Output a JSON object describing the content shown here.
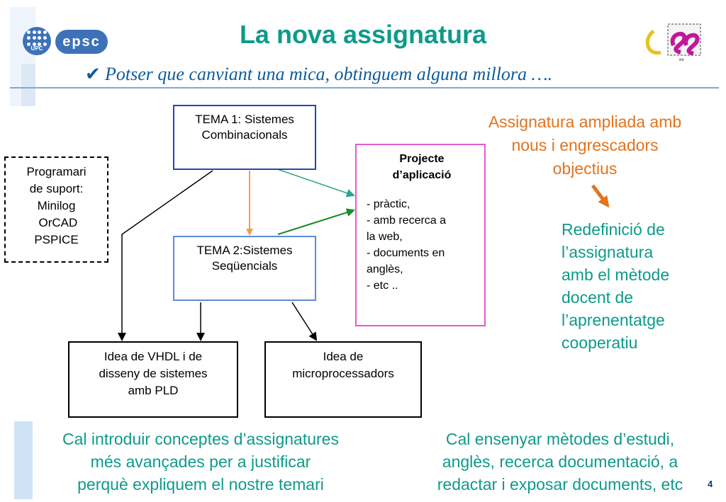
{
  "header": {
    "title": "La nova assignatura",
    "subtitle": "Potser que canviant una mica, obtinguem alguna millora ….",
    "logo_left_1": "UPC",
    "logo_left_2": "epsc",
    "logo_right": "ee"
  },
  "boxes": {
    "tema1": [
      "TEMA 1: Sistemes",
      "Combinacionals"
    ],
    "tema2": [
      "TEMA 2:Sistemes",
      "Seqüencials"
    ],
    "programari": [
      "Programari",
      "de suport:",
      "Minilog",
      " OrCAD",
      "PSPICE"
    ],
    "projecte_title": [
      "Projecte",
      "d’aplicació"
    ],
    "projecte_items": [
      "- pràctic,",
      "- amb recerca a",
      "la web,",
      "- documents en",
      "anglès,",
      "- etc .."
    ],
    "vhdl": [
      "Idea de VHDL i de",
      "disseny de sistemes",
      "amb PLD"
    ],
    "micro": [
      "Idea de",
      "microprocessadors"
    ]
  },
  "right_text": {
    "ampliada": [
      "Assignatura ampliada amb",
      "nous i engrescadors",
      "objectius"
    ],
    "redefinicio": [
      "Redefinició de",
      "l’assignatura",
      "amb el mètode",
      "docent de",
      "l’aprenentatge",
      "cooperatiu"
    ]
  },
  "bottom_text": {
    "introduir": [
      "Cal introduir conceptes d’assignatures",
      "més avançades per a justificar",
      "perquè expliquem el nostre temari"
    ],
    "ensenyar": [
      "Cal ensenyar mètodes d’estudi,",
      "anglès, recerca documentació, a",
      "redactar i exposar documents, etc"
    ]
  },
  "slide_number": "4",
  "colors": {
    "title": "#0e9a8a",
    "subtitle": "#0d5c9c",
    "orange_text": "#e0741f",
    "teal_text": "#0e9a8a",
    "arrow_orange": "#f0a040",
    "arrow_green": "#1a8a2a",
    "arrow_teal": "#2aa58a",
    "projecte_border": "#e05ad7"
  }
}
